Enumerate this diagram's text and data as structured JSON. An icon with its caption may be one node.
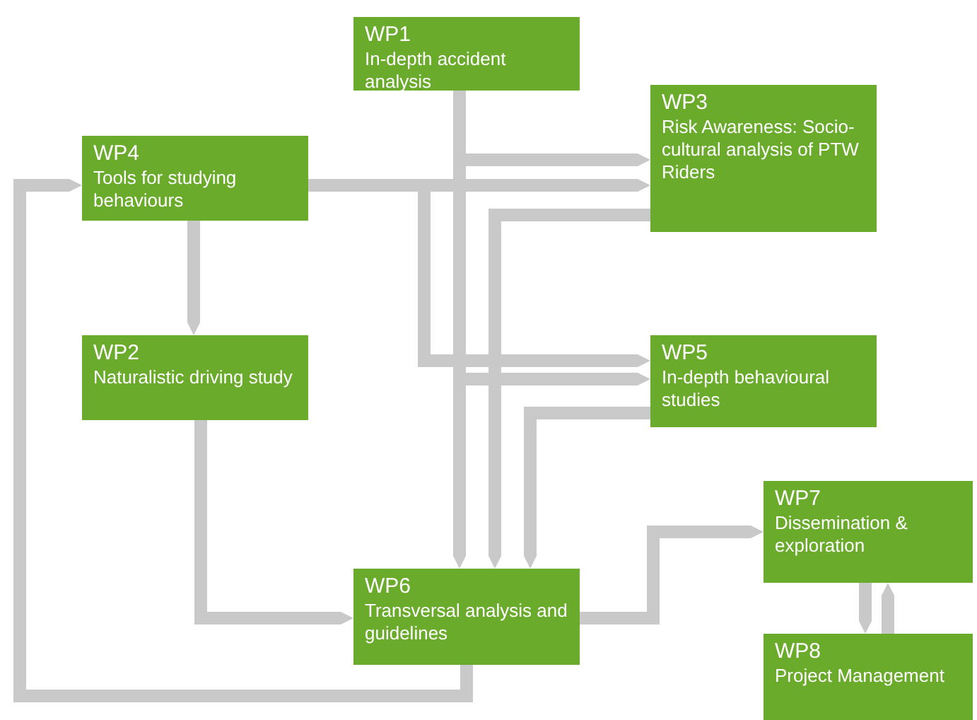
{
  "diagram": {
    "nodes": [
      {
        "text": [
          "WP1",
          "In-depth accident analysis"
        ]
      },
      {
        "text": [
          "WP3",
          "Risk Awareness: Socio-cultural analysis of PTW Riders"
        ]
      },
      {
        "text": [
          "WP4",
          "Tools for studying behaviours"
        ]
      },
      {
        "text": [
          "WP2",
          "Naturalistic driving study"
        ]
      },
      {
        "text": [
          "WP5",
          "In-depth behavioural studies"
        ]
      },
      {
        "text": [
          "WP6",
          "Transversal analysis and guidelines"
        ]
      },
      {
        "text": [
          "WP7",
          "Dissemination & exploration"
        ]
      },
      {
        "text": [
          "WP8",
          "Project Management"
        ]
      }
    ],
    "edges": [
      {
        "from": 0,
        "to": 1,
        "arrow": "to"
      },
      {
        "from": 0,
        "to": 4,
        "arrow": "to"
      },
      {
        "from": 0,
        "to": 5,
        "arrow": "to"
      },
      {
        "from": 2,
        "to": 1,
        "arrow": "to"
      },
      {
        "from": 2,
        "to": 4,
        "arrow": "to"
      },
      {
        "from": 2,
        "to": 3,
        "arrow": "to"
      },
      {
        "from": 1,
        "to": 5,
        "arrow": "to"
      },
      {
        "from": 4,
        "to": 5,
        "arrow": "to"
      },
      {
        "from": 3,
        "to": 5,
        "arrow": "to"
      },
      {
        "from": 5,
        "to": 6,
        "arrow": "to"
      },
      {
        "from": 6,
        "to": 7,
        "arrow": "to"
      },
      {
        "from": 7,
        "to": 6,
        "arrow": "to"
      },
      {
        "from": 5,
        "to": 2,
        "arrow": "to"
      }
    ]
  }
}
